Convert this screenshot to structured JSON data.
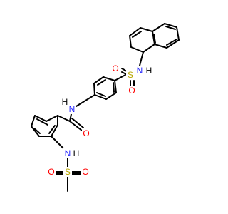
{
  "molecule": {
    "colors": {
      "N": "#1f1fff",
      "S": "#b8a600",
      "O": "#ff0000",
      "C": "#000000"
    },
    "labels": {
      "nh_sulfonamide_top": "N",
      "h_sulfonamide_top": "H",
      "s_top": "S",
      "o_top_left": "O",
      "o_top_bottom": "O",
      "h_amide": "H",
      "n_amide": "N",
      "o_amide": "O",
      "n_sulfonamide_bottom": "N",
      "h_sulfonamide_bottom": "H",
      "s_bottom": "S",
      "o_bottom_left": "O",
      "o_bottom_right": "O"
    }
  }
}
